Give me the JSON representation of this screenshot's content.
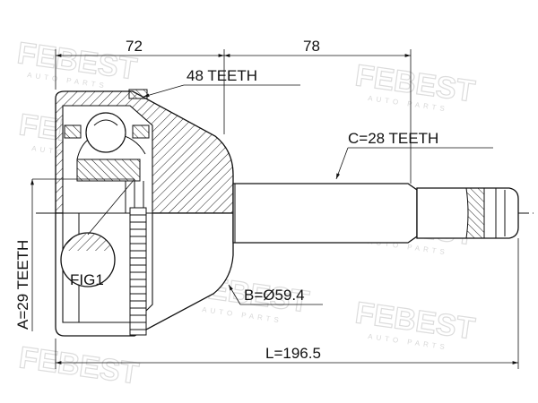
{
  "drawing": {
    "dim_inner_length": "72",
    "dim_shaft_length": "78",
    "abs_ring_teeth": "48 TEETH",
    "spline_outer": "C=28 TEETH",
    "spline_inner": "A=29 TEETH",
    "seal_diameter": "B=Ø59.4",
    "total_length": "L=196.5",
    "figure_label": "FIG1"
  },
  "watermark": {
    "brand": "FEBEST",
    "tagline": "AUTO PARTS"
  },
  "colors": {
    "line": "#1a1a1a",
    "watermark": "#dcdcdc",
    "background": "#ffffff"
  }
}
